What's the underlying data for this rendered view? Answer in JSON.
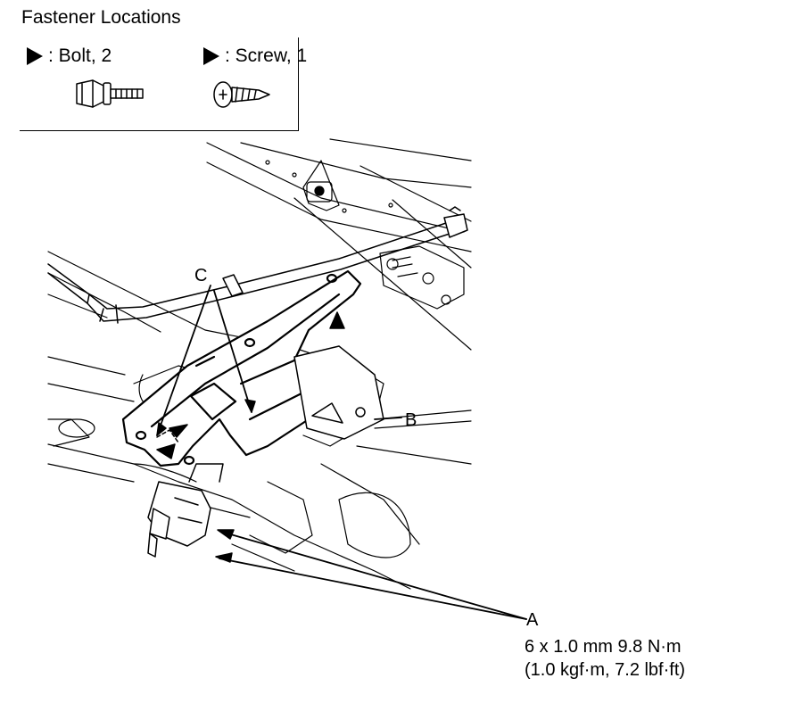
{
  "header": {
    "title": "Fastener Locations"
  },
  "legend": {
    "bolt_label": ": Bolt, 2",
    "screw_label": ": Screw, 1",
    "marker_icon": "filled-triangle-marker"
  },
  "callouts": {
    "a": "A",
    "b": "B",
    "c": "C"
  },
  "spec": {
    "line1": "6 x 1.0 mm 9.8 N·m",
    "line2": "(1.0 kgf·m, 7.2 lbf·ft)"
  }
}
